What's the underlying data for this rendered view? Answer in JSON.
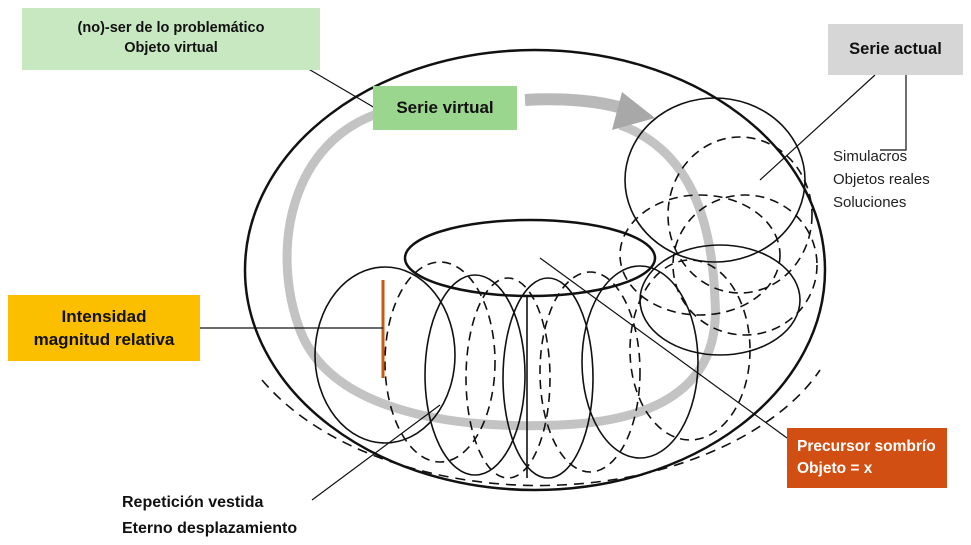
{
  "labels": {
    "noser_line1": "(no)-ser de  lo problemático",
    "noser_line2": "Objeto virtual",
    "serie_virtual": "Serie virtual",
    "serie_actual": "Serie actual",
    "actual_items": [
      "Simulacros",
      "Objetos reales",
      "Soluciones"
    ],
    "intensidad_line1": "Intensidad",
    "intensidad_line2": "magnitud relativa",
    "precursor_line1": "Precursor sombrío",
    "precursor_line2": "Objeto = x",
    "repeticion_line1": "Repetición vestida",
    "repeticion_line2": "Eterno desplazamiento"
  },
  "colors": {
    "green_light": "#c7e8c1",
    "green": "#9bd68e",
    "gray_box": "#d6d6d6",
    "amber": "#fbbf00",
    "orange": "#d14f12",
    "arrow_gray": "#b9b9b9",
    "intensity_line": "#c55a11"
  }
}
